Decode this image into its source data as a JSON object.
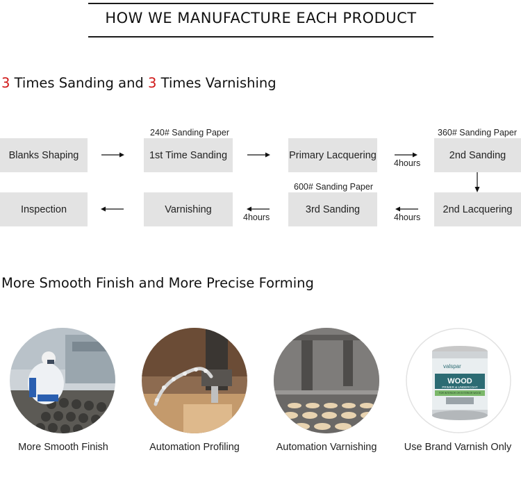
{
  "header": {
    "title": "HOW WE MANUFACTURE EACH PRODUCT"
  },
  "process": {
    "heading_num_a": "3",
    "heading_text_a": " Times Sanding and ",
    "heading_num_b": "3",
    "heading_text_b": " Times Varnishing",
    "accent_color": "#d01818",
    "steps": [
      "Blanks Shaping",
      "1st Time Sanding",
      "Primary Lacquering",
      "2nd Sanding",
      "2nd Lacquering",
      "3rd Sanding",
      "Varnishing",
      "Inspection"
    ],
    "notes": {
      "sand_240": "240# Sanding Paper",
      "sand_360": "360# Sanding Paper",
      "sand_600": "600# Sanding Paper",
      "wait_1": "4hours",
      "wait_2": "4hours",
      "wait_3": "4hours"
    }
  },
  "features": {
    "heading": "More Smooth Finish and More Precise Forming",
    "items": [
      {
        "caption": "More Smooth Finish"
      },
      {
        "caption": "Automation Profiling"
      },
      {
        "caption": "Automation Varnishing"
      },
      {
        "caption": "Use Brand Varnish Only"
      }
    ],
    "can_label": {
      "brand": "valspar",
      "product": "WOOD",
      "sub": "PRIMER & UNDERCOAT",
      "tagline": "FOR INTERIOR OR EXTERIOR WOOD"
    }
  }
}
